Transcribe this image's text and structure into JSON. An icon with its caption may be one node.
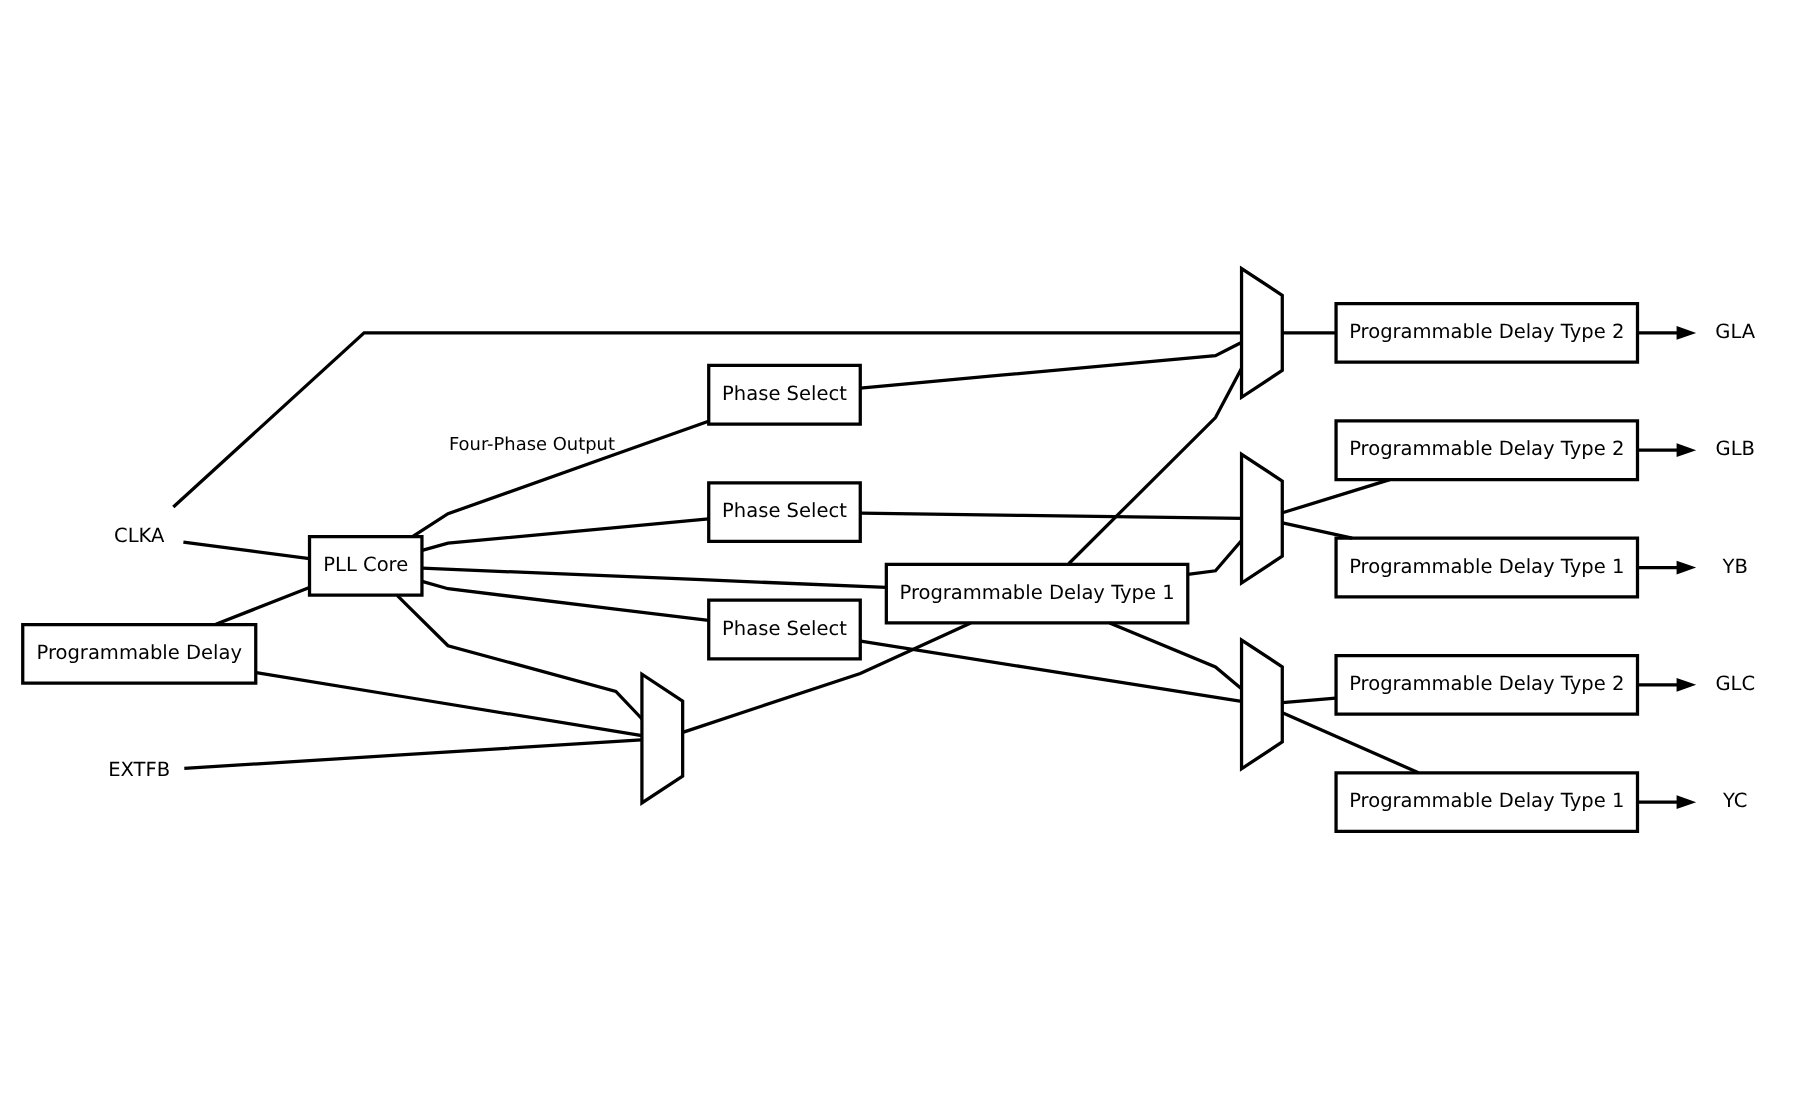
{
  "diagram": {
    "nodes": [
      {
        "text": [
          "CLKA"
        ]
      },
      {
        "text": [
          "PLL Core"
        ]
      },
      {
        "text": [
          "Programmable Delay"
        ]
      },
      {
        "text": [
          "EXTFB"
        ]
      },
      {
        "text": [],
        "shape": "trapezoid"
      },
      {
        "text": [
          "Programmable Delay Type 1"
        ]
      },
      {
        "text": [
          "Phase Select"
        ]
      },
      {
        "text": [],
        "shape": "trapezoid"
      },
      {
        "text": [
          "Programmable Delay Type 2"
        ]
      },
      {
        "text": [
          "GLA"
        ]
      },
      {
        "text": [
          "Phase Select"
        ]
      },
      {
        "text": [],
        "shape": "trapezoid"
      },
      {
        "text": [
          "Programmable Delay Type 2"
        ]
      },
      {
        "text": [
          "GLB"
        ]
      },
      {
        "text": [
          "Programmable Delay Type 1"
        ]
      },
      {
        "text": [
          "YB"
        ]
      },
      {
        "text": [
          "Phase Select"
        ]
      },
      {
        "text": [],
        "shape": "trapezoid"
      },
      {
        "text": [
          "Programmable Delay Type 2"
        ]
      },
      {
        "text": [
          "GLC"
        ]
      },
      {
        "text": [
          "Programmable Delay Type 1"
        ]
      },
      {
        "text": [
          "YC"
        ]
      }
    ],
    "edges": [
      {
        "from": 0,
        "to": 1,
        "arrow": "none"
      },
      {
        "from": 0,
        "to": 7,
        "arrow": "none"
      },
      {
        "from": 2,
        "to": 1,
        "arrow": "none"
      },
      {
        "from": 4,
        "to": 2,
        "arrow": "none"
      },
      {
        "from": 3,
        "to": 4,
        "arrow": "none"
      },
      {
        "from": 1,
        "to": 6,
        "label": "Four-Phase Output",
        "arrow": "none"
      },
      {
        "from": 1,
        "to": 4,
        "arrow": "none"
      },
      {
        "from": 1,
        "to": 5,
        "arrow": "none"
      },
      {
        "from": 5,
        "to": 4,
        "arrow": "none"
      },
      {
        "from": 5,
        "to": 7,
        "arrow": "none"
      },
      {
        "from": 5,
        "to": 11,
        "arrow": "none"
      },
      {
        "from": 5,
        "to": 17,
        "arrow": "none"
      },
      {
        "from": 1,
        "to": 10,
        "arrow": "none"
      },
      {
        "from": 1,
        "to": 16,
        "arrow": "none"
      },
      {
        "from": 6,
        "to": 7,
        "arrow": "none"
      },
      {
        "from": 7,
        "to": 8,
        "arrow": "none"
      },
      {
        "from": 8,
        "to": 9,
        "arrow": "to"
      },
      {
        "from": 10,
        "to": 11,
        "arrow": "none"
      },
      {
        "from": 11,
        "to": 12,
        "arrow": "none"
      },
      {
        "from": 11,
        "to": 14,
        "arrow": "none"
      },
      {
        "from": 12,
        "to": 13,
        "arrow": "to"
      },
      {
        "from": 14,
        "to": 15,
        "arrow": "to"
      },
      {
        "from": 16,
        "to": 17,
        "arrow": "none"
      },
      {
        "from": 17,
        "to": 18,
        "arrow": "none"
      },
      {
        "from": 17,
        "to": 20,
        "arrow": "none"
      },
      {
        "from": 18,
        "to": 19,
        "arrow": "to"
      },
      {
        "from": 20,
        "to": 21,
        "arrow": "to"
      }
    ]
  }
}
